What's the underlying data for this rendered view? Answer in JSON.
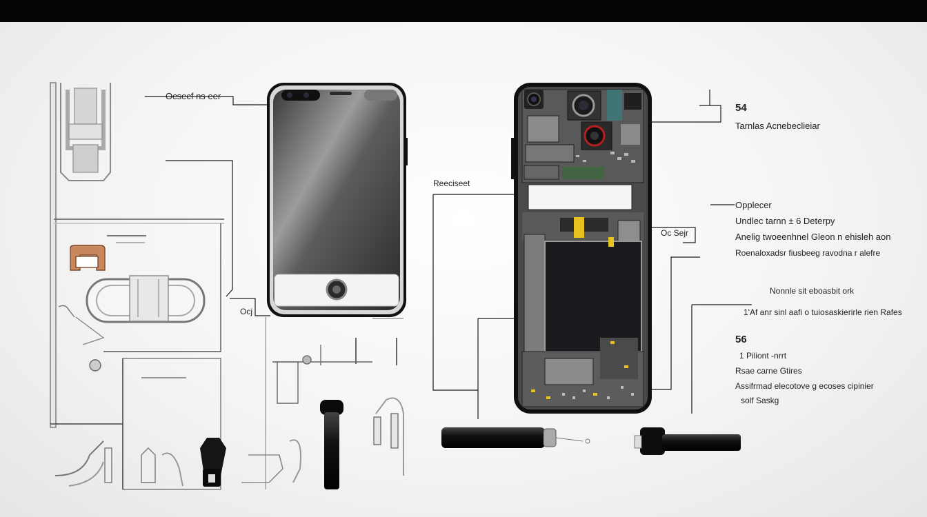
{
  "labels": {
    "left_top": "Ocsecf ns eer",
    "left_bottom": "Ocj",
    "center_left": "Reeciseet",
    "center_right": "Oc Sejr",
    "r1_num": "54",
    "r1_title": "Tarnlas Acnebeclieiar",
    "r2_title": "Opplecer",
    "r2_line1": "Undlec tarnn ± 6 Deterpy",
    "r2_line2": "Anelig twoeenhnel Gleon n ehisleh aon",
    "r2_line3": "Roenaloxadsr fiusbeeg ravodna r alefre",
    "r3_title": "Nonnle sit eboasbit ork",
    "r3_line1": "1'Af anr sinl aafi o tuiosaskierirle rien Rafes",
    "r4_num": "56",
    "r4_line1": "1 Piliont -nrrt",
    "r4_line2": "Rsae carne Gtires",
    "r4_line3": "Assifrmad elecotove g ecoses cipinier",
    "r4_line4": "solf Saskg"
  },
  "colors": {
    "accent_yellow": "#e8c21e",
    "accent_red": "#b52020",
    "accent_teal": "#2d8a8a",
    "copper": "#a8653a",
    "line": "#1a1a1a"
  }
}
